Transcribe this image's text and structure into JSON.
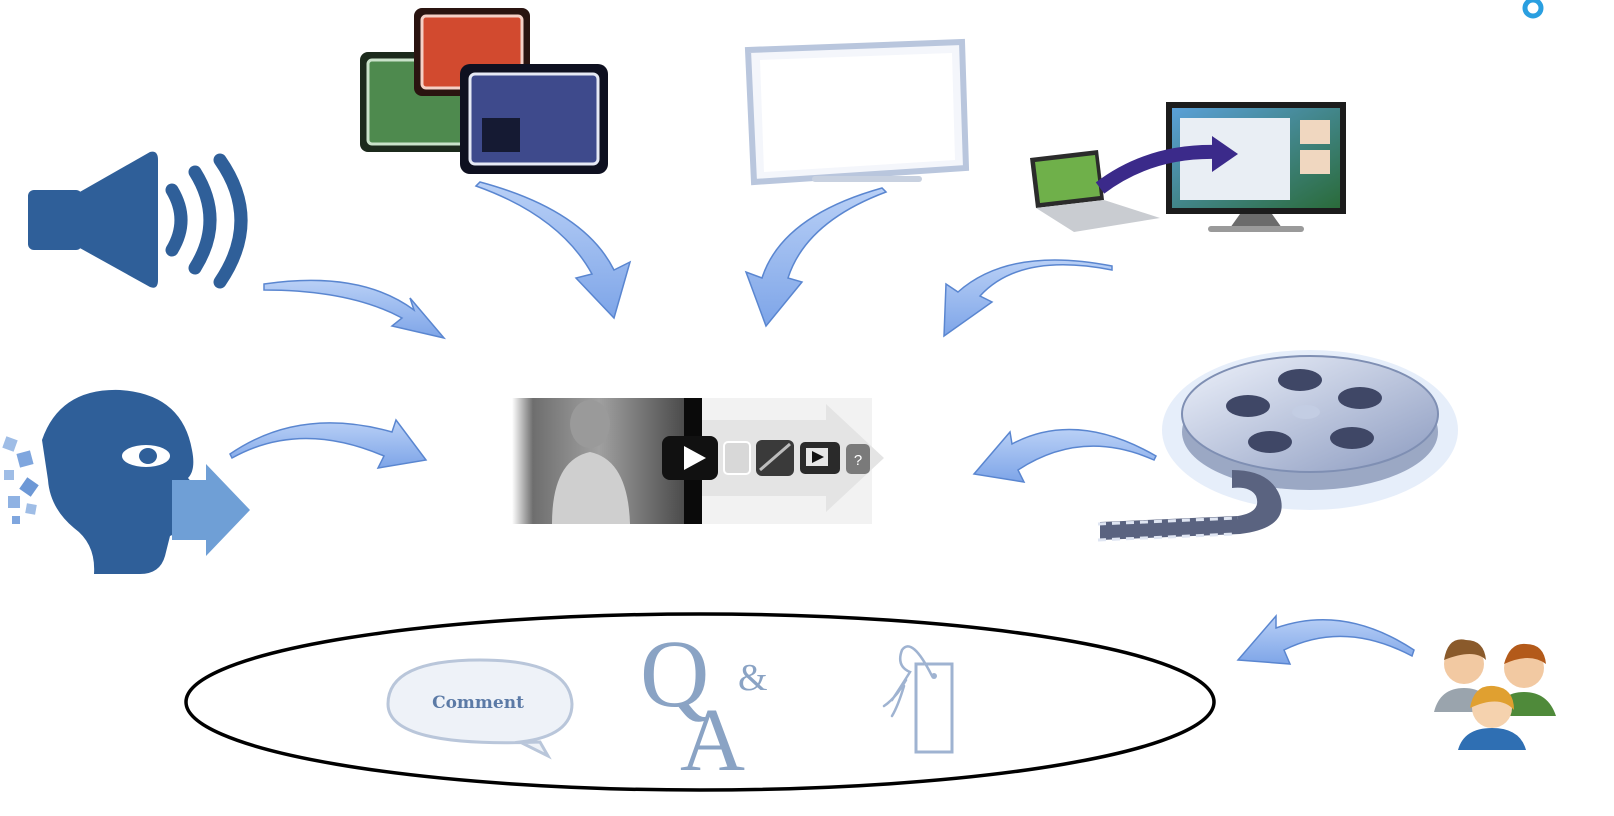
{
  "colors": {
    "arrow_fill": "#8fb3ee",
    "arrow_stroke": "#5a86d0",
    "icon_blue": "#2f5f99",
    "ellipse_stroke": "#000000",
    "light_icon": "#9fb3d1"
  },
  "icons": [
    "speaker-icon",
    "window-layers-icon",
    "whiteboard-icon",
    "screen-share-icon",
    "speaking-head-icon",
    "film-reel-icon",
    "users-icon",
    "bookmark-tag-icon"
  ],
  "center_video": {
    "help_label": "?"
  },
  "bottom_group": {
    "comment_label": "Comment",
    "qa_label": {
      "q": "Q",
      "amp": "&",
      "a": "A"
    }
  }
}
